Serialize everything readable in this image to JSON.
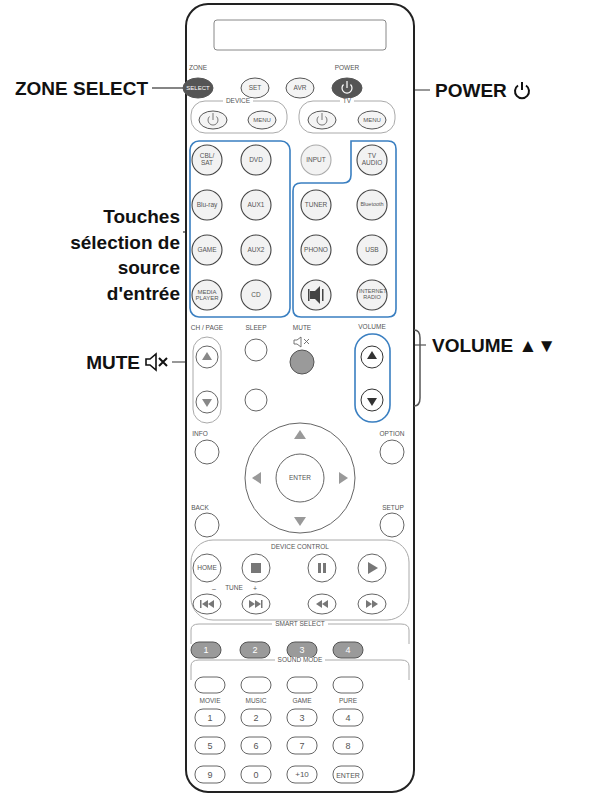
{
  "diagram": {
    "labels": [
      "ZONE SELECT",
      "POWER",
      "Touches sélection de source d'entrée",
      "MUTE",
      "VOLUME ▲▼",
      "ZONE",
      "SELECT",
      "SET",
      "AVR",
      "POWER",
      "DEVICE",
      "MENU",
      "TV",
      "MENU",
      "CBL/ SAT",
      "DVD",
      "INPUT",
      "TV AUDIO",
      "Blu-ray",
      "AUX1",
      "TUNER",
      "Bluetooth",
      "GAME",
      "AUX2",
      "PHONO",
      "USB",
      "MEDIA PLAYER",
      "CD",
      "INTERNET RADIO",
      "CH / PAGE",
      "SLEEP",
      "MUTE",
      "VOLUME",
      "INFO",
      "OPTION",
      "ENTER",
      "BACK",
      "SETUP",
      "DEVICE CONTROL",
      "HOME",
      "–",
      "TUNE",
      "+",
      "SMART SELECT",
      "1",
      "2",
      "3",
      "4",
      "SOUND MODE",
      "MOVIE",
      "MUSIC",
      "GAME",
      "PURE",
      "1",
      "2",
      "3",
      "4",
      "5",
      "6",
      "7",
      "8",
      "9",
      "0",
      "+10",
      "ENTER"
    ]
  }
}
